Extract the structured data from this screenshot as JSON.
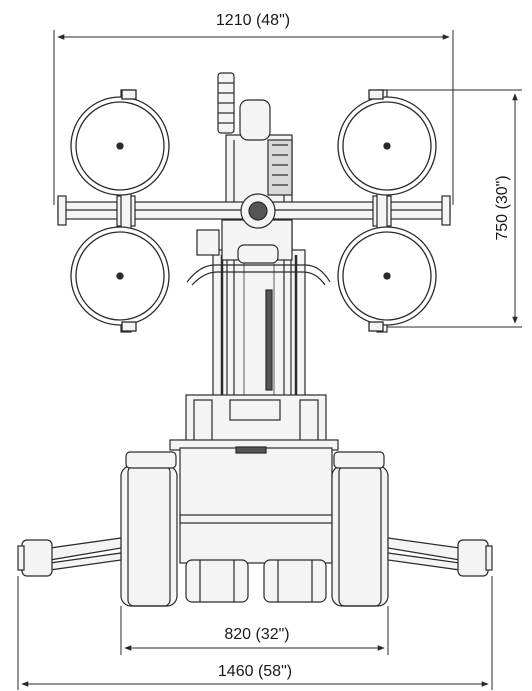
{
  "dimensions": {
    "top_width": "1210 (48\")",
    "right_height": "750 (30\")",
    "wheel_track": "820 (32\")",
    "overall_width": "1460 (58\")"
  },
  "colors": {
    "line": "#2a2a2a",
    "fill_light": "#f4f4f4",
    "fill_mid": "#d9d9d9",
    "fill_dark": "#555555"
  }
}
